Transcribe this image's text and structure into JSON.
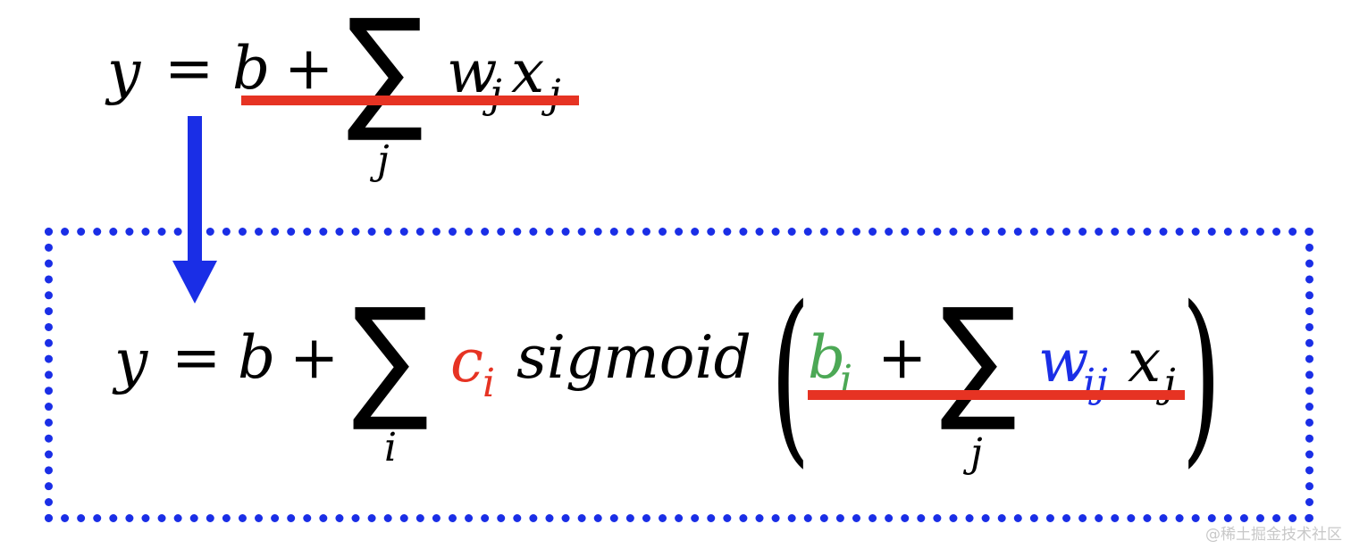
{
  "formula_top": {
    "y": "y",
    "equals": "=",
    "b": "b",
    "plus": "+",
    "sigma": "∑",
    "sum_index": "j",
    "w": "w",
    "w_sub": "j",
    "x": "x",
    "x_sub": "j"
  },
  "formula_bottom": {
    "y": "y",
    "equals": "=",
    "b": "b",
    "plus": "+",
    "sigma_outer": "∑",
    "outer_index": "i",
    "c": "c",
    "c_sub": "i",
    "sigmoid": "sigmoid",
    "open_paren": "(",
    "b_i": "b",
    "b_i_sub": "i",
    "plus_inner": "+",
    "sigma_inner": "∑",
    "inner_index": "j",
    "w": "w",
    "w_sub": "ij",
    "x": "x",
    "x_sub": "j",
    "close_paren": ")"
  },
  "watermark": "@稀土掘金技术社区",
  "colors": {
    "black": "#000000",
    "strike_red": "#e63323",
    "arrow_blue": "#1a2ee6",
    "box_blue": "#1a2ee6",
    "c_red": "#e63323",
    "b_green": "#4ca855",
    "w_blue": "#1a2ee6"
  }
}
